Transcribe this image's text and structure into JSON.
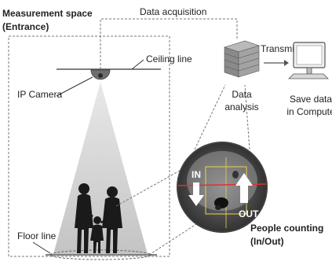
{
  "measurement_space": {
    "title": "Measurement space",
    "subtitle": "(Entrance)"
  },
  "labels": {
    "data_acquisition": "Data acquisition",
    "transmit": "Transmit",
    "ceiling_line": "Ceiling line",
    "ip_camera": "IP Camera",
    "floor_line": "Floor line",
    "data_analysis_line1": "Data",
    "data_analysis_line2": "analysis",
    "save_data_line1": "Save data",
    "save_data_line2": "in Compute",
    "in_label": "IN",
    "out_label": "OUT",
    "people_counting_line1": "People counting",
    "people_counting_line2": "(In/Out)"
  },
  "colors": {
    "cone_fill": "#c8c8c8",
    "silhouette": "#1a1a1a",
    "arrow_white": "#ffffff",
    "count_line": "#e03030",
    "zone_line": "#e8d34a",
    "device_gray": "#9a9a9a"
  }
}
